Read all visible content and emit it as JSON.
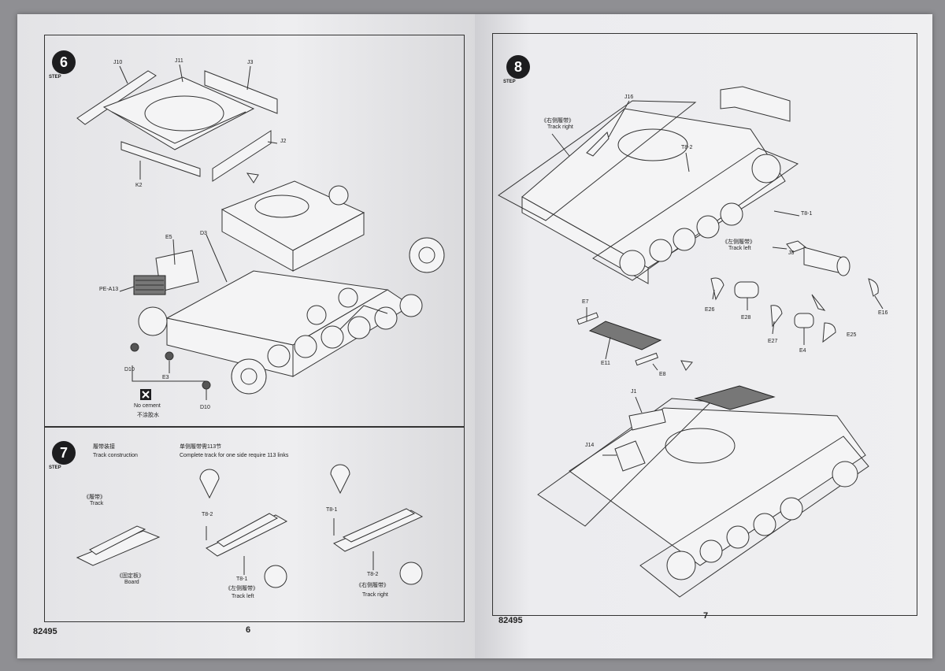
{
  "left_page": {
    "step6": {
      "number": "6",
      "word": "STEP",
      "labels": {
        "j10": "J10",
        "j11": "J11",
        "j3": "J3",
        "j2": "J2",
        "k2": "K2",
        "e5": "E5",
        "d3": "D3",
        "pe": "PE-A13",
        "d10a": "D10",
        "e3": "E3",
        "d10b": "D10"
      },
      "no_cement": "No cement",
      "no_cement_cn": "不涂胶水"
    },
    "step7": {
      "number": "7",
      "word": "STEP",
      "title_cn": "履带装接",
      "title_en": "Track construction",
      "req_cn": "单侧履带需113节",
      "req_en": "Complete track for one side require 113 links",
      "track_cn": "《履带》",
      "track_en": "Track",
      "board_cn": "《固定板》",
      "board_en": "Board",
      "t82_left": "T8-2",
      "t81_left": "T8-1",
      "left_cn": "《左侧履带》",
      "left_en": "Track left",
      "t81_right": "T8-1",
      "t82_right": "T8-2",
      "right_cn": "《右侧履带》",
      "right_en": "Track right"
    },
    "folio_code": "82495",
    "page_no": "6"
  },
  "right_page": {
    "step8": {
      "number": "8",
      "word": "STEP",
      "labels": {
        "j16": "J16",
        "track_right_cn": "《右侧履带》",
        "track_right_en": "Track right",
        "t82": "T8-2",
        "t81": "T8-1",
        "track_left_cn": "《左侧履带》",
        "track_left_en": "Track left",
        "j8": "J8",
        "e26": "E26",
        "e28": "E28",
        "e27": "E27",
        "e4": "E4",
        "e25": "E25",
        "e16": "E16",
        "e7": "E7",
        "e11": "E11",
        "e8": "E8",
        "j1": "J1",
        "j14": "J14"
      }
    },
    "folio_code": "82495",
    "page_no": "7"
  }
}
